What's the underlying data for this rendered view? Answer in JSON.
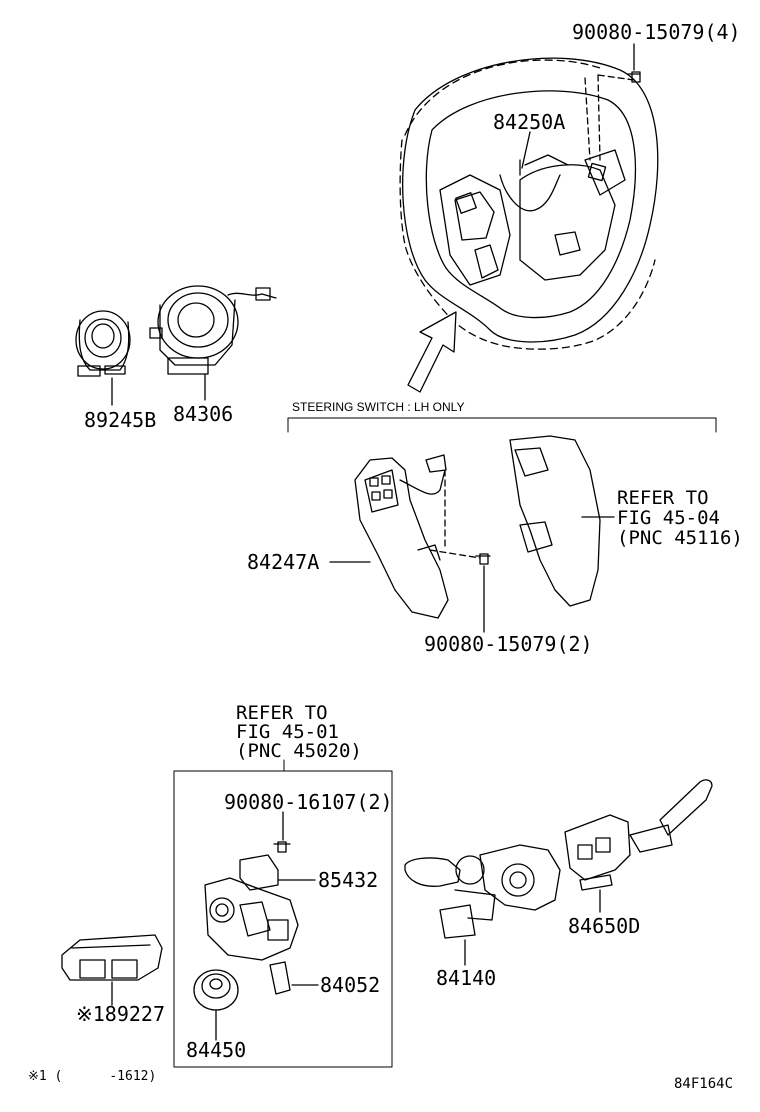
{
  "diagram_id": "84F164C",
  "footnote": "※1 (      -1612)",
  "steering_switch_note": "STEERING SWITCH : LH ONLY",
  "parts": {
    "bolt_top": "90080-15079(4)",
    "steering_wheel_switch": "84250A",
    "spiral_cable_sub": "89245B",
    "spiral_cable": "84306",
    "switch_bezel": "84247A",
    "bolt_mid": "90080-15079(2)",
    "bolt_ignition": "90080-16107(2)",
    "key_interlock": "85432",
    "unlock_warning": "84052",
    "ignition_switch": "84450",
    "control_unit": "※189227",
    "headlight_switch": "84140",
    "wiper_switch": "84650D"
  },
  "refers": {
    "fig45_04": [
      "REFER TO",
      "FIG 45-04",
      "(PNC 45116)"
    ],
    "fig45_01": [
      "REFER TO",
      "FIG 45-01",
      "(PNC 45020)"
    ]
  }
}
